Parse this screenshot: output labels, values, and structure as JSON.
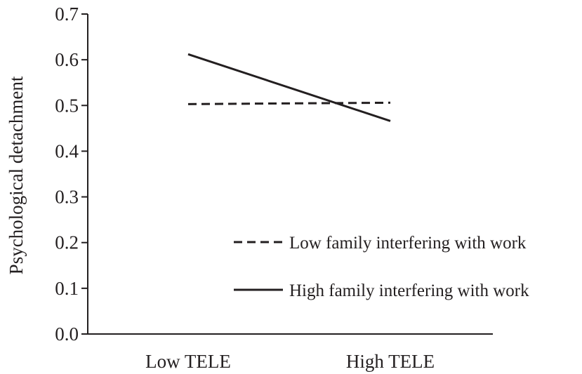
{
  "chart_data": {
    "type": "line",
    "title": "",
    "xlabel": "",
    "ylabel": "Psychological detachment",
    "categories": [
      "Low TELE",
      "High TELE"
    ],
    "ylim": [
      0.0,
      0.7
    ],
    "yticks": [
      "0.0",
      "0.1",
      "0.2",
      "0.3",
      "0.4",
      "0.5",
      "0.6",
      "0.7"
    ],
    "grid": false,
    "legend_position": "bottom-right",
    "series": [
      {
        "name": "Low family interfering with work",
        "values": [
          0.503,
          0.506
        ],
        "dash": "dashed",
        "color": "#231f20"
      },
      {
        "name": "High family interfering with work",
        "values": [
          0.612,
          0.466
        ],
        "dash": "solid",
        "color": "#231f20"
      }
    ]
  }
}
